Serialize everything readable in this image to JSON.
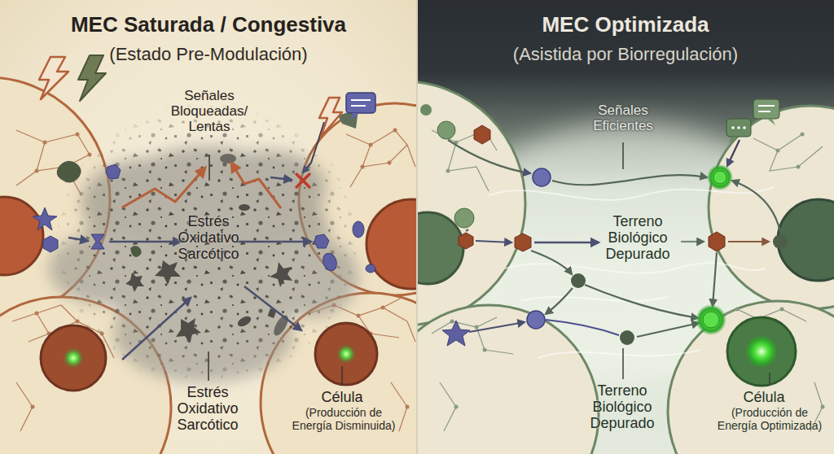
{
  "diagram": {
    "nodes": [
      {
        "text": [
          "MEC Saturada / Congestiva",
          "(Estado Pre-Modulación)"
        ]
      },
      {
        "text": [
          "MEC Optimizada",
          "(Asistida por Biorregulación)"
        ]
      }
    ],
    "labels": [
      "Señales Bloqueadas/ Lentas",
      "Estrés Oxidativo Sarcótico",
      "Estrés Oxidativo Sarcótico",
      "Célula",
      "(Producción de Energía Disminuida)",
      "Señales Eficientes",
      "Terreno Biológico Depurado",
      "Terreno Biológico Depurado",
      "Célula",
      "(Producción de Energía Optimizada)"
    ]
  }
}
